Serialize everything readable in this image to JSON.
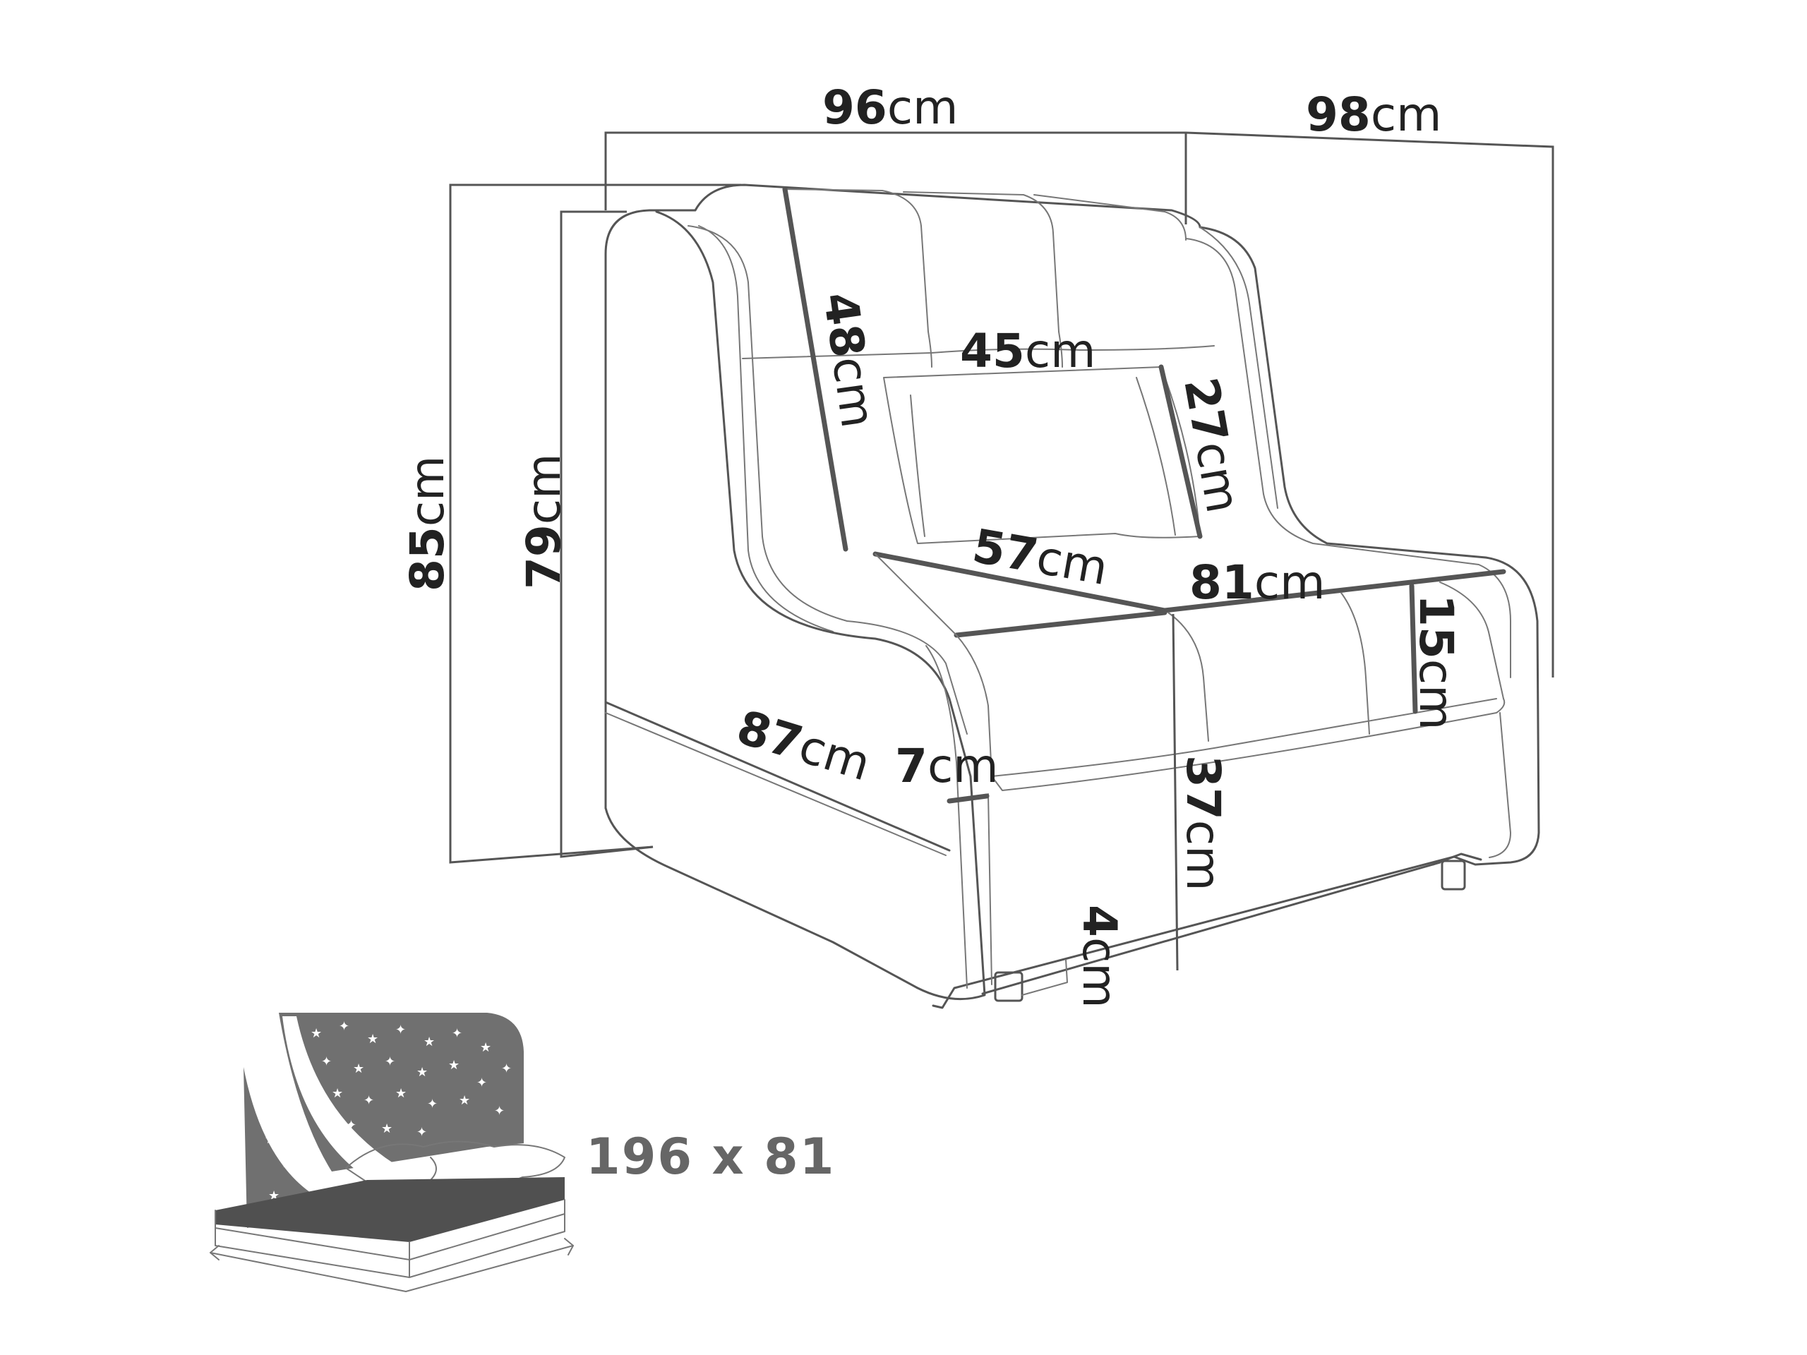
{
  "unit": "cm",
  "dimensions": {
    "width_total": "96",
    "depth_total": "98",
    "height_total": "85",
    "height_arm": "79",
    "back_height": "48",
    "pillow_width": "45",
    "pillow_height": "27",
    "seat_depth": "57",
    "seat_width": "81",
    "seat_cushion": "15",
    "seat_length": "87",
    "arm_width": "7",
    "seat_height": "37",
    "leg_height": "4"
  },
  "bed": {
    "size_label": "196 x 81"
  },
  "colors": {
    "line": "#555555",
    "text": "#222222",
    "bed_label": "#666666",
    "bed_fill": "#707070",
    "mattress": "#505050"
  },
  "icons": [
    "sofa-bed-icon",
    "star-icon"
  ]
}
